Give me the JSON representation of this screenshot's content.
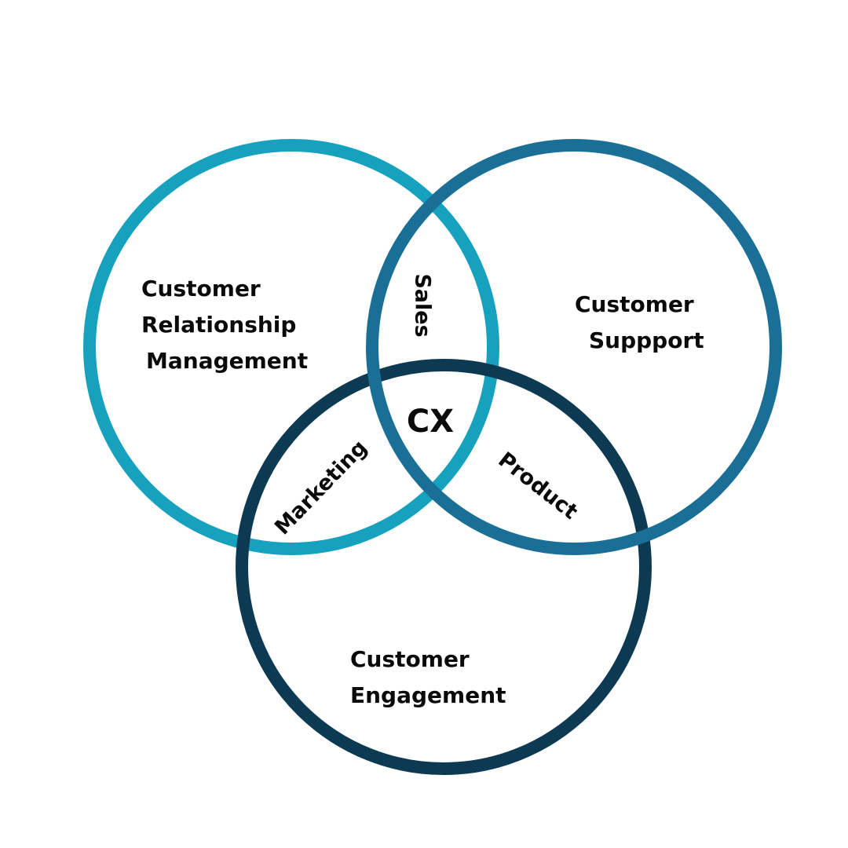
{
  "colors": {
    "circle_crm": "#16a1bf",
    "circle_support": "#1a6f96",
    "circle_engagement": "#0c3a52",
    "text": "#0a0a0a",
    "background": "#ffffff"
  },
  "sets": {
    "crm": {
      "line1": "Customer",
      "line2": "Relationship",
      "line3": "Management"
    },
    "support": {
      "line1": "Customer",
      "line2": "Suppport"
    },
    "engagement": {
      "line1": "Customer",
      "line2": "Engagement"
    }
  },
  "overlaps": {
    "crm_support": "Sales",
    "crm_engagement": "Marketing",
    "support_engagement": "Product",
    "center": "CX"
  }
}
